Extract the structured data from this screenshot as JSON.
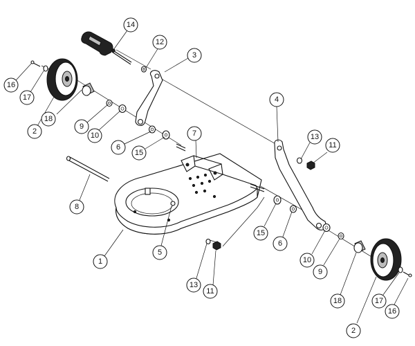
{
  "callouts": [
    {
      "id": "c14a",
      "label": "14"
    },
    {
      "id": "c12",
      "label": "12"
    },
    {
      "id": "c3",
      "label": "3"
    },
    {
      "id": "c16a",
      "label": "16"
    },
    {
      "id": "c17a",
      "label": "17"
    },
    {
      "id": "c18a",
      "label": "18"
    },
    {
      "id": "c2a",
      "label": "2"
    },
    {
      "id": "c9a",
      "label": "9"
    },
    {
      "id": "c10a",
      "label": "10"
    },
    {
      "id": "c6a",
      "label": "6"
    },
    {
      "id": "c15a",
      "label": "15"
    },
    {
      "id": "c7",
      "label": "7"
    },
    {
      "id": "c4",
      "label": "4"
    },
    {
      "id": "c13a",
      "label": "13"
    },
    {
      "id": "c11a",
      "label": "11"
    },
    {
      "id": "c8",
      "label": "8"
    },
    {
      "id": "c1",
      "label": "1"
    },
    {
      "id": "c5",
      "label": "5"
    },
    {
      "id": "c15b",
      "label": "15"
    },
    {
      "id": "c6b",
      "label": "6"
    },
    {
      "id": "c10b",
      "label": "10"
    },
    {
      "id": "c9b",
      "label": "9"
    },
    {
      "id": "c13b",
      "label": "13"
    },
    {
      "id": "c11b",
      "label": "11"
    },
    {
      "id": "c18b",
      "label": "18"
    },
    {
      "id": "c17b",
      "label": "17"
    },
    {
      "id": "c16b",
      "label": "16"
    },
    {
      "id": "c2b",
      "label": "2"
    }
  ]
}
